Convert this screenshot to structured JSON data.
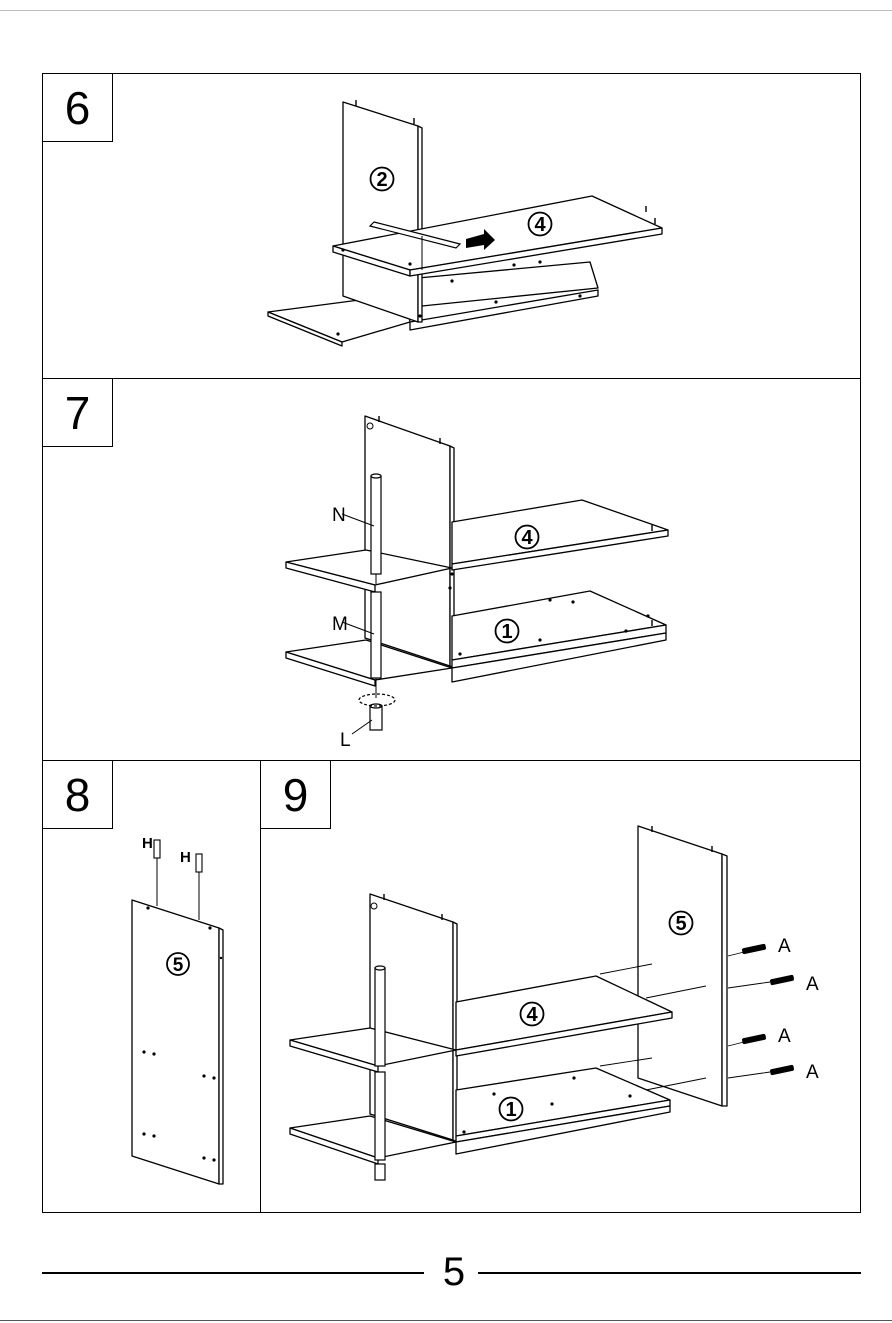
{
  "steps": [
    {
      "number": "6",
      "parts": [
        "2",
        "4"
      ]
    },
    {
      "number": "7",
      "parts": [
        "4",
        "1"
      ],
      "hardware": [
        "N",
        "M",
        "L"
      ]
    },
    {
      "number": "8",
      "parts": [
        "5"
      ],
      "hardware": [
        "H",
        "H"
      ]
    },
    {
      "number": "9",
      "parts": [
        "5",
        "4",
        "1"
      ],
      "hardware": [
        "A",
        "A",
        "A",
        "A"
      ]
    }
  ],
  "page_number": "5"
}
